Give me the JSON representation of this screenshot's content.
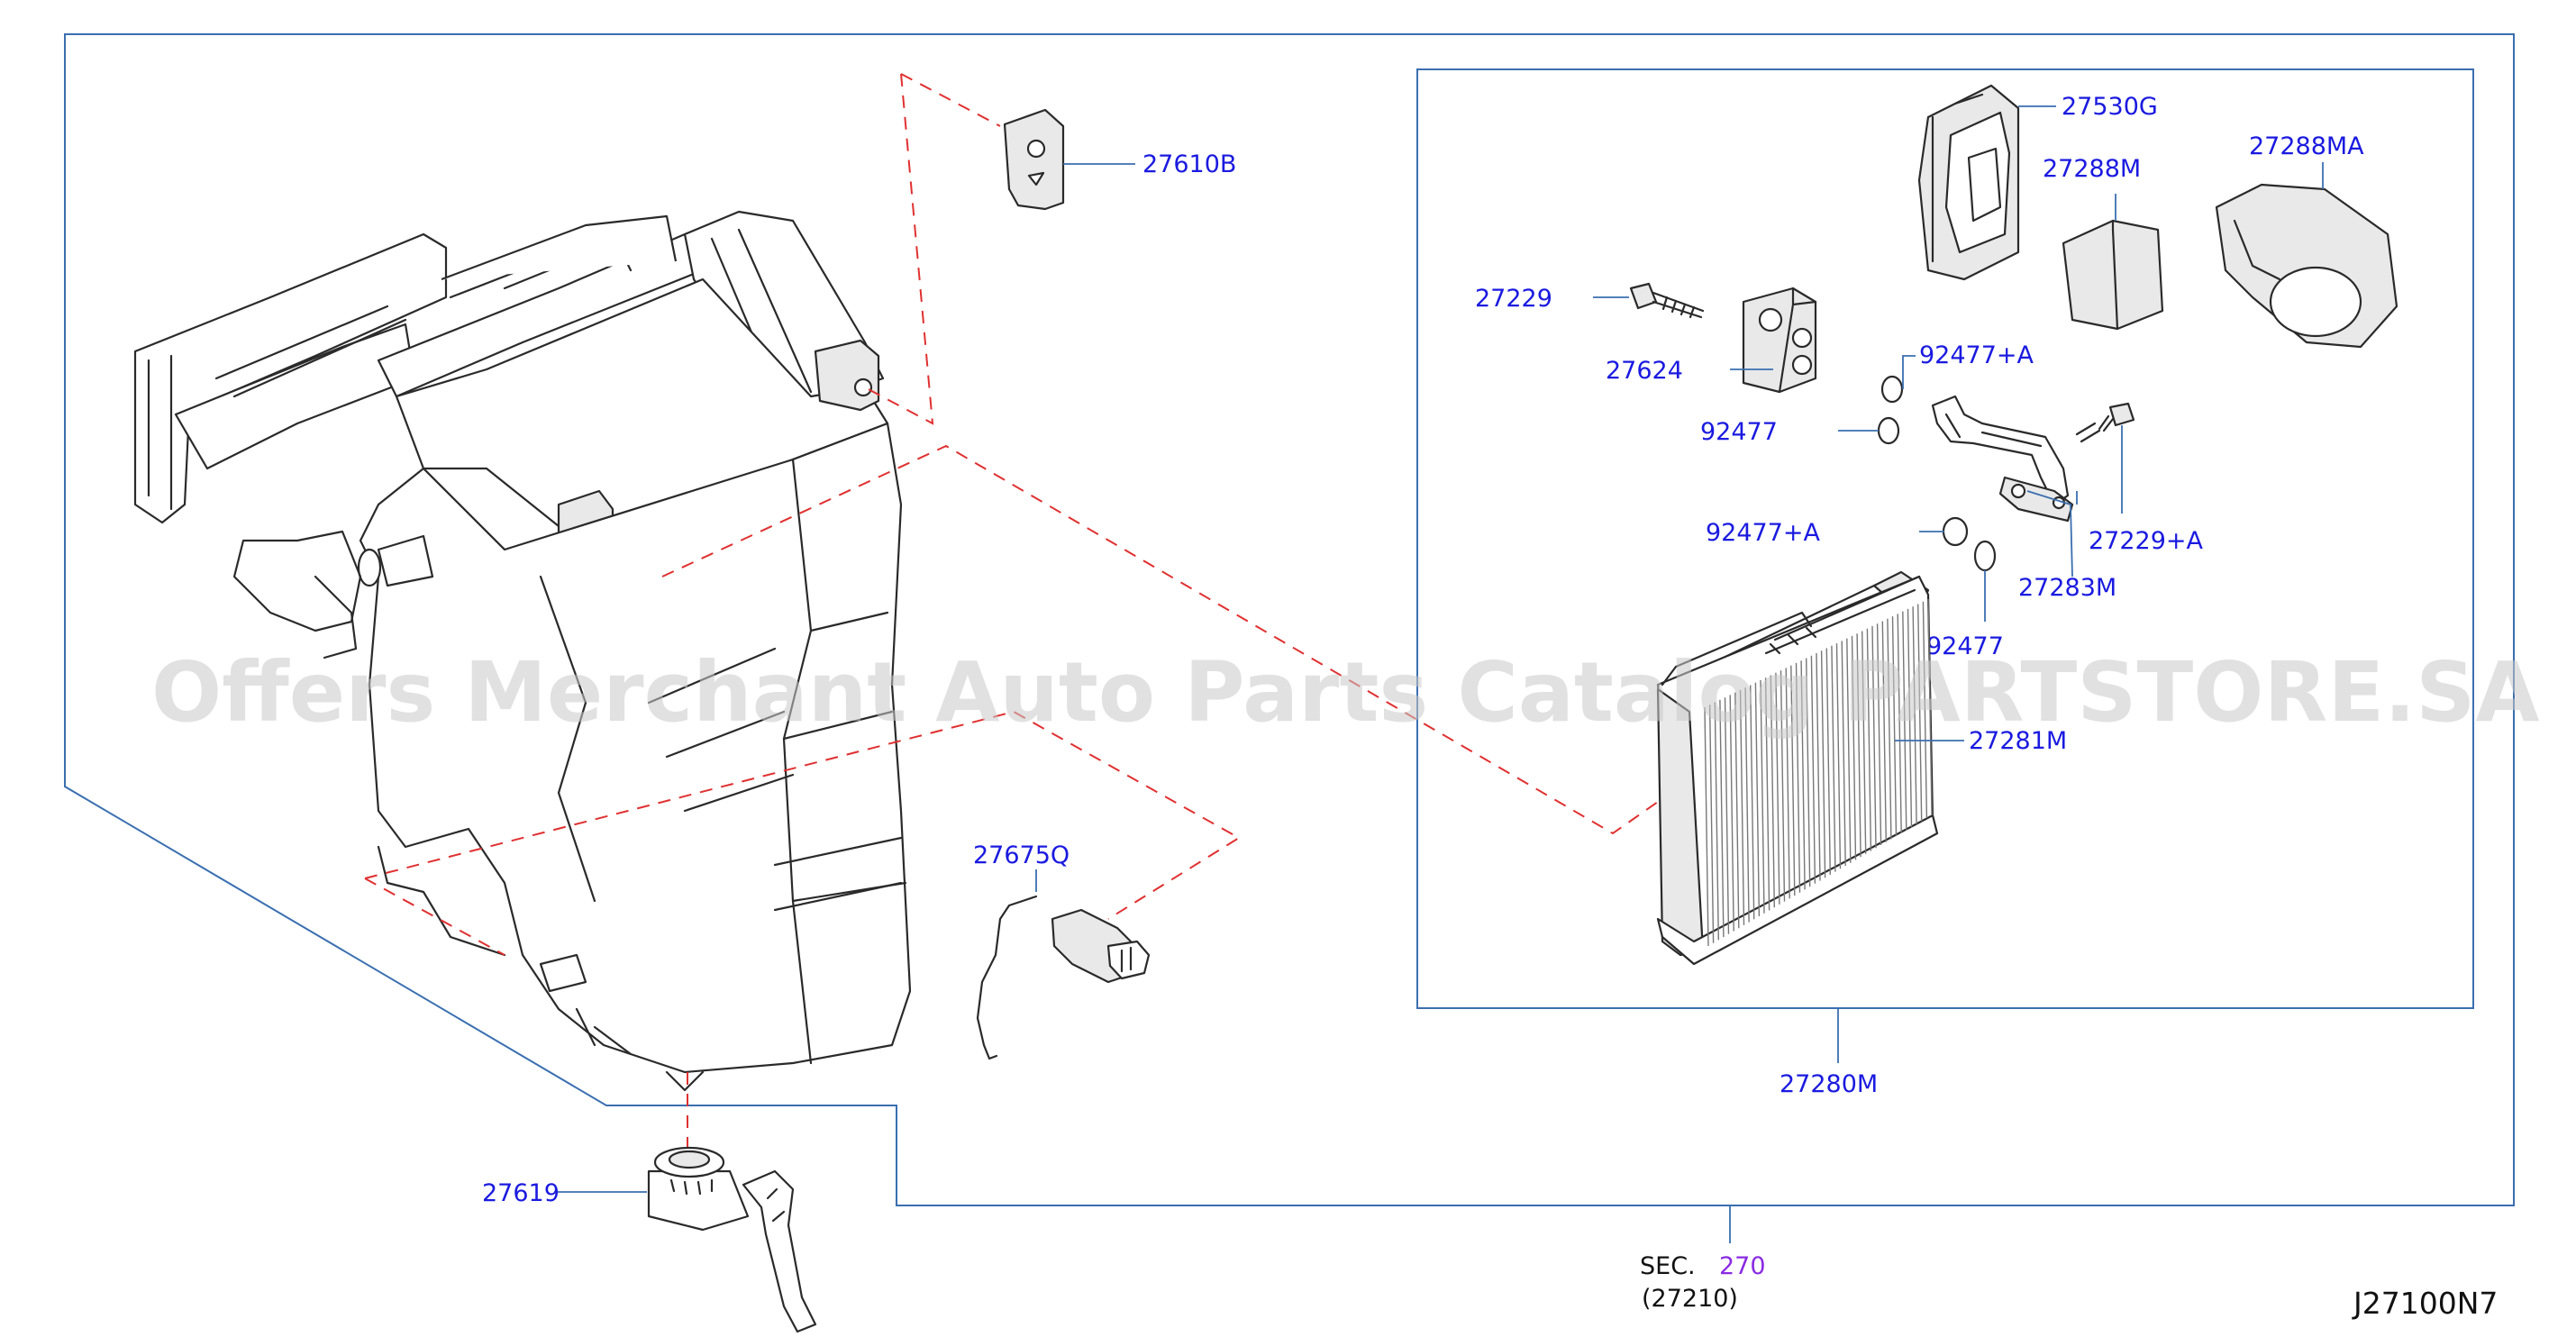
{
  "parts": {
    "p27610B": "27610B",
    "p27530G": "27530G",
    "p27288M": "27288M",
    "p27288MA": "27288MA",
    "p27229": "27229",
    "p27624": "27624",
    "p92477A_top": "92477+A",
    "p92477_left": "92477",
    "p92477A_mid": "92477+A",
    "p27229A": "27229+A",
    "p27283M": "27283M",
    "p92477_bottom": "92477",
    "p27281M": "27281M",
    "p27675Q": "27675Q",
    "p27280M": "27280M",
    "p27619": "27619"
  },
  "reference": {
    "sec_label": "SEC.",
    "sec_number": "270",
    "sec_sub": "(27210)"
  },
  "diagram_code": "J27100N7",
  "watermark": "Offers Merchant Auto Parts Catalog PARTSTORE.SA",
  "colors": {
    "label_blue": "#1a1ae0",
    "frame_blue": "#3a6fb0",
    "dash_red": "#e03030",
    "link_purple": "#8a2be2"
  }
}
